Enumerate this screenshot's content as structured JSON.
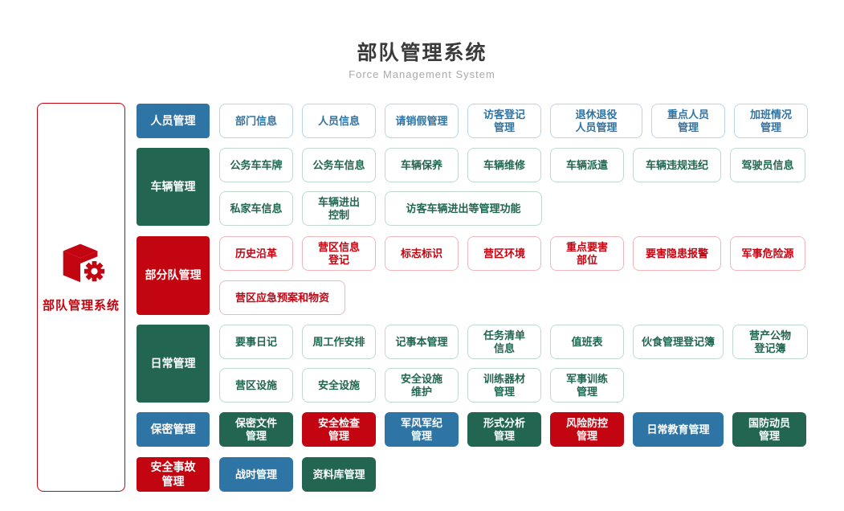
{
  "header": {
    "title": "部队管理系统",
    "subtitle": "Force Management System"
  },
  "root": {
    "label": "部队管理系统",
    "icon": "cube-gear-icon"
  },
  "palette": {
    "blue": "#2E74A4",
    "green": "#226551",
    "red": "#C30511",
    "blue_border": "#BCD5E4",
    "green_border": "#BFDACD",
    "red_border": "#F0B6BA",
    "title_color": "#3A3A3A",
    "subtitle_color": "#A9A9A9"
  },
  "rows": [
    {
      "category": {
        "label": "人员管理",
        "color": "blue"
      },
      "item_style": "outline",
      "outline_color": "blue",
      "lines": [
        [
          {
            "label": "部门信息"
          },
          {
            "label": "人员信息"
          },
          {
            "label": "请销假管理"
          },
          {
            "label": "访客登记\n管理"
          },
          {
            "label": "退休退役\n人员管理",
            "w": 115
          },
          {
            "label": "重点人员\n管理"
          },
          {
            "label": "加班情况\n管理"
          }
        ]
      ]
    },
    {
      "category": {
        "label": "车辆管理",
        "color": "green"
      },
      "item_style": "outline",
      "outline_color": "green",
      "lines": [
        [
          {
            "label": "公务车车牌"
          },
          {
            "label": "公务车信息"
          },
          {
            "label": "车辆保养"
          },
          {
            "label": "车辆维修"
          },
          {
            "label": "车辆派遣"
          },
          {
            "label": "车辆违规违纪",
            "w": 110
          },
          {
            "label": "驾驶员信息",
            "w": 94
          }
        ],
        [
          {
            "label": "私家车信息"
          },
          {
            "label": "车辆进出\n控制"
          },
          {
            "label": "访客车辆进出等管理功能",
            "w": 196
          }
        ]
      ]
    },
    {
      "category": {
        "label": "部分队管理",
        "color": "red"
      },
      "item_style": "outline",
      "outline_color": "red",
      "lines": [
        [
          {
            "label": "历史沿革"
          },
          {
            "label": "营区信息\n登记"
          },
          {
            "label": "标志标识"
          },
          {
            "label": "营区环境"
          },
          {
            "label": "重点要害\n部位"
          },
          {
            "label": "要害隐患报警",
            "w": 110
          },
          {
            "label": "军事危险源",
            "w": 94
          }
        ],
        [
          {
            "label": "营区应急预案和物资",
            "w": 157
          }
        ]
      ]
    },
    {
      "category": {
        "label": "日常管理",
        "color": "green"
      },
      "item_style": "outline",
      "outline_color": "green",
      "lines": [
        [
          {
            "label": "要事日记"
          },
          {
            "label": "周工作安排"
          },
          {
            "label": "记事本管理"
          },
          {
            "label": "任务清单\n信息"
          },
          {
            "label": "值班表"
          },
          {
            "label": "伙食管理登记簿",
            "w": 113
          },
          {
            "label": "营产公物\n登记簿",
            "w": 94
          }
        ],
        [
          {
            "label": "营区设施"
          },
          {
            "label": "安全设施"
          },
          {
            "label": "安全设施\n维护"
          },
          {
            "label": "训练器材\n管理"
          },
          {
            "label": "军事训练\n管理"
          }
        ]
      ]
    },
    {
      "category": {
        "label": "保密管理",
        "color": "blue"
      },
      "item_style": "solid",
      "lines": [
        [
          {
            "label": "保密文件\n管理",
            "color": "green"
          },
          {
            "label": "安全检查\n管理",
            "color": "red"
          },
          {
            "label": "军风军纪\n管理",
            "color": "blue"
          },
          {
            "label": "形式分析\n管理",
            "color": "green"
          },
          {
            "label": "风险防控\n管理",
            "color": "red"
          },
          {
            "label": "日常教育管理",
            "color": "blue",
            "w": 113
          },
          {
            "label": "国防动员\n管理",
            "color": "green"
          }
        ]
      ]
    },
    {
      "category": {
        "label": "安全事故\n管理",
        "color": "red"
      },
      "item_style": "solid",
      "lines": [
        [
          {
            "label": "战时管理",
            "color": "blue"
          },
          {
            "label": "资料库管理",
            "color": "green"
          }
        ]
      ]
    }
  ]
}
